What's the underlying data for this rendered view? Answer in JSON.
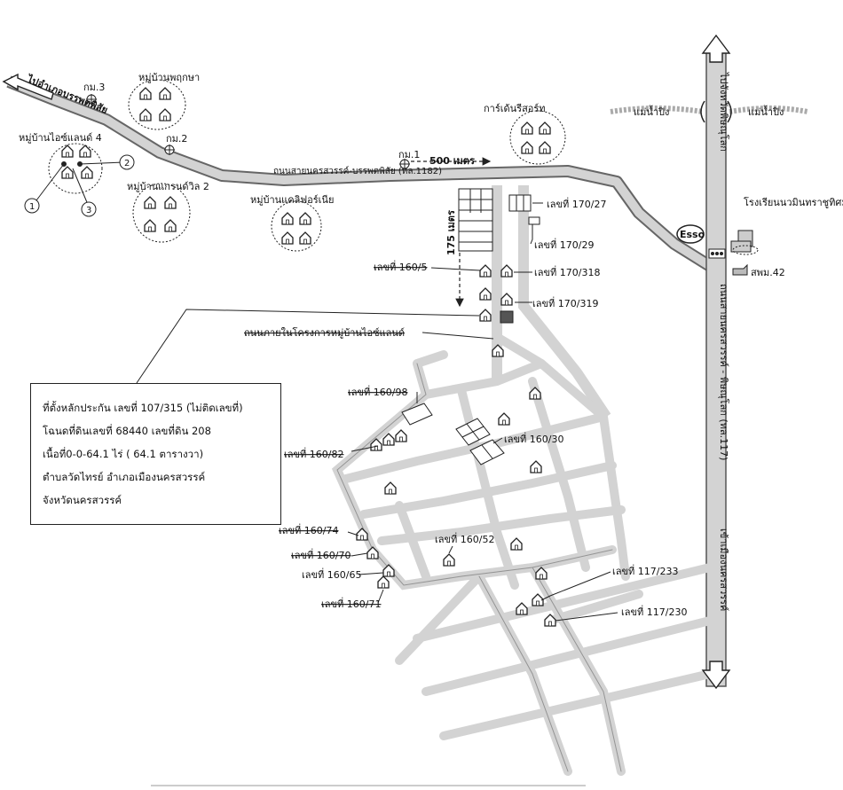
{
  "labels": {
    "to_amphoe": "ไปอำเภอบรรพตพิสัย",
    "km3": "กม.3",
    "km2": "กม.2",
    "km1": "กม.1",
    "village_pruksa": "หมู่บ้านพฤกษา",
    "village_island4": "หมู่บ้านไอซ์แลนด์ 4",
    "village_grandville2": "หมู่บ้านแกรนด์วิล 2",
    "village_california": "หมู่บ้านแคลิฟอร์เนีย",
    "garden_resort": "การ์เด้นรีสอร์ท",
    "dist_500": "500 เมตร",
    "dist_175": "175 เมตร",
    "road_1182": "ถนนสายนครสวรรค์-บรรพตพิสัย (ทล.1182)",
    "road_117": "ถนนสายนครสวรรค์ - พิษณุโลก (ทล.117)",
    "to_phitsanulok": "ไปจังหวัดพิษณุโลก",
    "to_nakhonsawan": "เข้าเมืองนครสวรรค์",
    "river_left": "แม่น้ำปิง",
    "river_right": "แม่น้ำปิง",
    "esso": "Esso",
    "school_1": "โรงเรียนนวมินทราชูทิศมัชฌิม",
    "school_2": "",
    "police": "สพม.42",
    "internal_road": "ถนนภายในโครงการหมู่บ้านไอซ์แลนด์",
    "circle_1": "1",
    "circle_2": "2",
    "circle_3": "3"
  },
  "parcels": [
    {
      "id": "p170_27",
      "label": "เลขที่ 170/27"
    },
    {
      "id": "p170_29",
      "label": "เลขที่ 170/29"
    },
    {
      "id": "p160_5",
      "label": "เลขที่ 160/5"
    },
    {
      "id": "p170_318",
      "label": "เลขที่ 170/318"
    },
    {
      "id": "p170_319",
      "label": "เลขที่ 170/319"
    },
    {
      "id": "p160_98",
      "label": "เลขที่ 160/98"
    },
    {
      "id": "p160_82",
      "label": "เลขที่ 160/82"
    },
    {
      "id": "p160_30",
      "label": "เลขที่ 160/30"
    },
    {
      "id": "p160_74",
      "label": "เลขที่ 160/74"
    },
    {
      "id": "p160_52",
      "label": "เลขที่ 160/52"
    },
    {
      "id": "p160_70",
      "label": "เลขที่ 160/70"
    },
    {
      "id": "p160_65",
      "label": "เลขที่ 160/65"
    },
    {
      "id": "p160_71",
      "label": "เลขที่ 160/71"
    },
    {
      "id": "p117_233",
      "label": "เลขที่ 117/233"
    },
    {
      "id": "p117_230",
      "label": "เลขที่ 117/230"
    }
  ],
  "info_box": {
    "line1": "ที่ตั้งหลักประกัน เลขที่ 107/315 (ไม่ติดเลขที่)",
    "line2": "โฉนดที่ดินเลขที่ 68440  เลขที่ดิน  208",
    "line3": " เนื้อที่0-0-64.1 ไร่ ( 64.1  ตารางวา)",
    "line4": "ตำบลวัดไทรย์ อำเภอเมืองนครสวรรค์",
    "line5": "จังหวัดนครสวรรค์"
  },
  "colors": {
    "road_fill": "#d3d3d3",
    "road_edge": "#555555",
    "subject_plot": "#555555",
    "ink": "#111111"
  }
}
